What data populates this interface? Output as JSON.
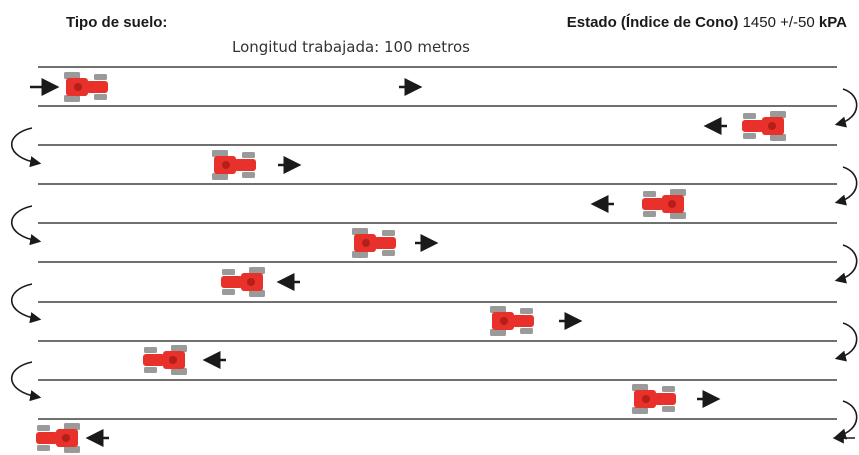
{
  "header": {
    "soil_label": "Tipo de suelo:",
    "cone_label": "Estado (Índice de Cono)",
    "cone_value": "1450 +/-50",
    "cone_unit": "kPA"
  },
  "length_label": "Longitud trabajada: 100 metros",
  "colors": {
    "tractor_body": "#e8312a",
    "tractor_wheel": "#9a9a9a",
    "line": "#1a1a1a"
  },
  "passes": [
    {
      "row": 1,
      "direction": "right"
    },
    {
      "row": 2,
      "direction": "left"
    },
    {
      "row": 3,
      "direction": "right"
    },
    {
      "row": 4,
      "direction": "left"
    },
    {
      "row": 5,
      "direction": "right"
    },
    {
      "row": 6,
      "direction": "left"
    },
    {
      "row": 7,
      "direction": "right"
    },
    {
      "row": 8,
      "direction": "left"
    },
    {
      "row": 9,
      "direction": "right"
    },
    {
      "row": 10,
      "direction": "left"
    }
  ]
}
